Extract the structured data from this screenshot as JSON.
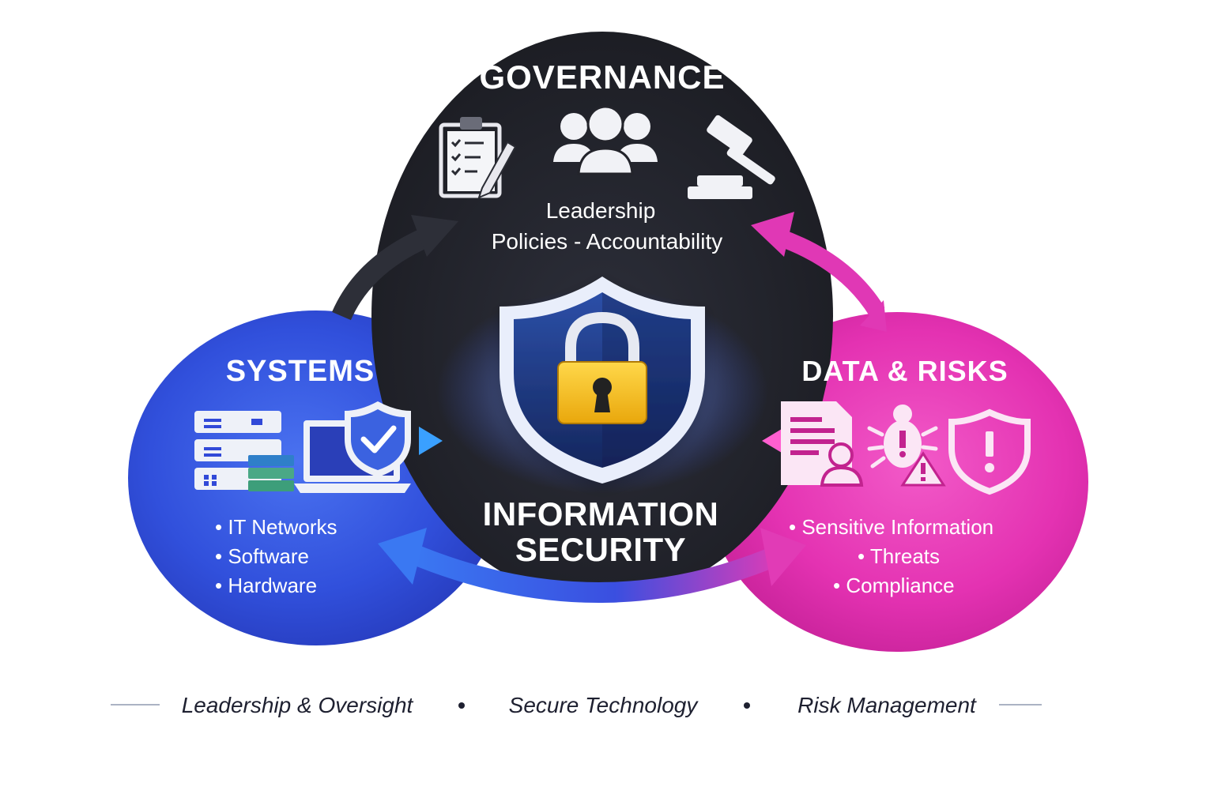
{
  "colors": {
    "governance": "#23242b",
    "systems": "#3149d8",
    "data_risks": "#e532b4",
    "lock": "#f5c21b",
    "shield": "#1f3a86"
  },
  "governance": {
    "title": "GOVERNANCE",
    "line1": "Leadership",
    "line2": "Policies - Accountability",
    "icons": [
      "clipboard-icon",
      "team-icon",
      "gavel-icon"
    ]
  },
  "systems": {
    "title": "SYSTEMS",
    "items": [
      "IT Networks",
      "Software",
      "Hardware"
    ],
    "icons": [
      "server-icon",
      "laptop-icon",
      "shield-check-icon"
    ]
  },
  "data_risks": {
    "title": "DATA & RISKS",
    "items": [
      "Sensitive Information",
      "Threats",
      "Compliance"
    ],
    "icons": [
      "document-user-icon",
      "bug-warning-icon",
      "shield-alert-icon"
    ]
  },
  "center": {
    "title_line1": "INFORMATION",
    "title_line2": "SECURITY",
    "icons": [
      "shield-icon",
      "padlock-icon"
    ]
  },
  "footer": {
    "items": [
      "Leadership & Oversight",
      "Secure Technology",
      "Risk Management"
    ]
  }
}
